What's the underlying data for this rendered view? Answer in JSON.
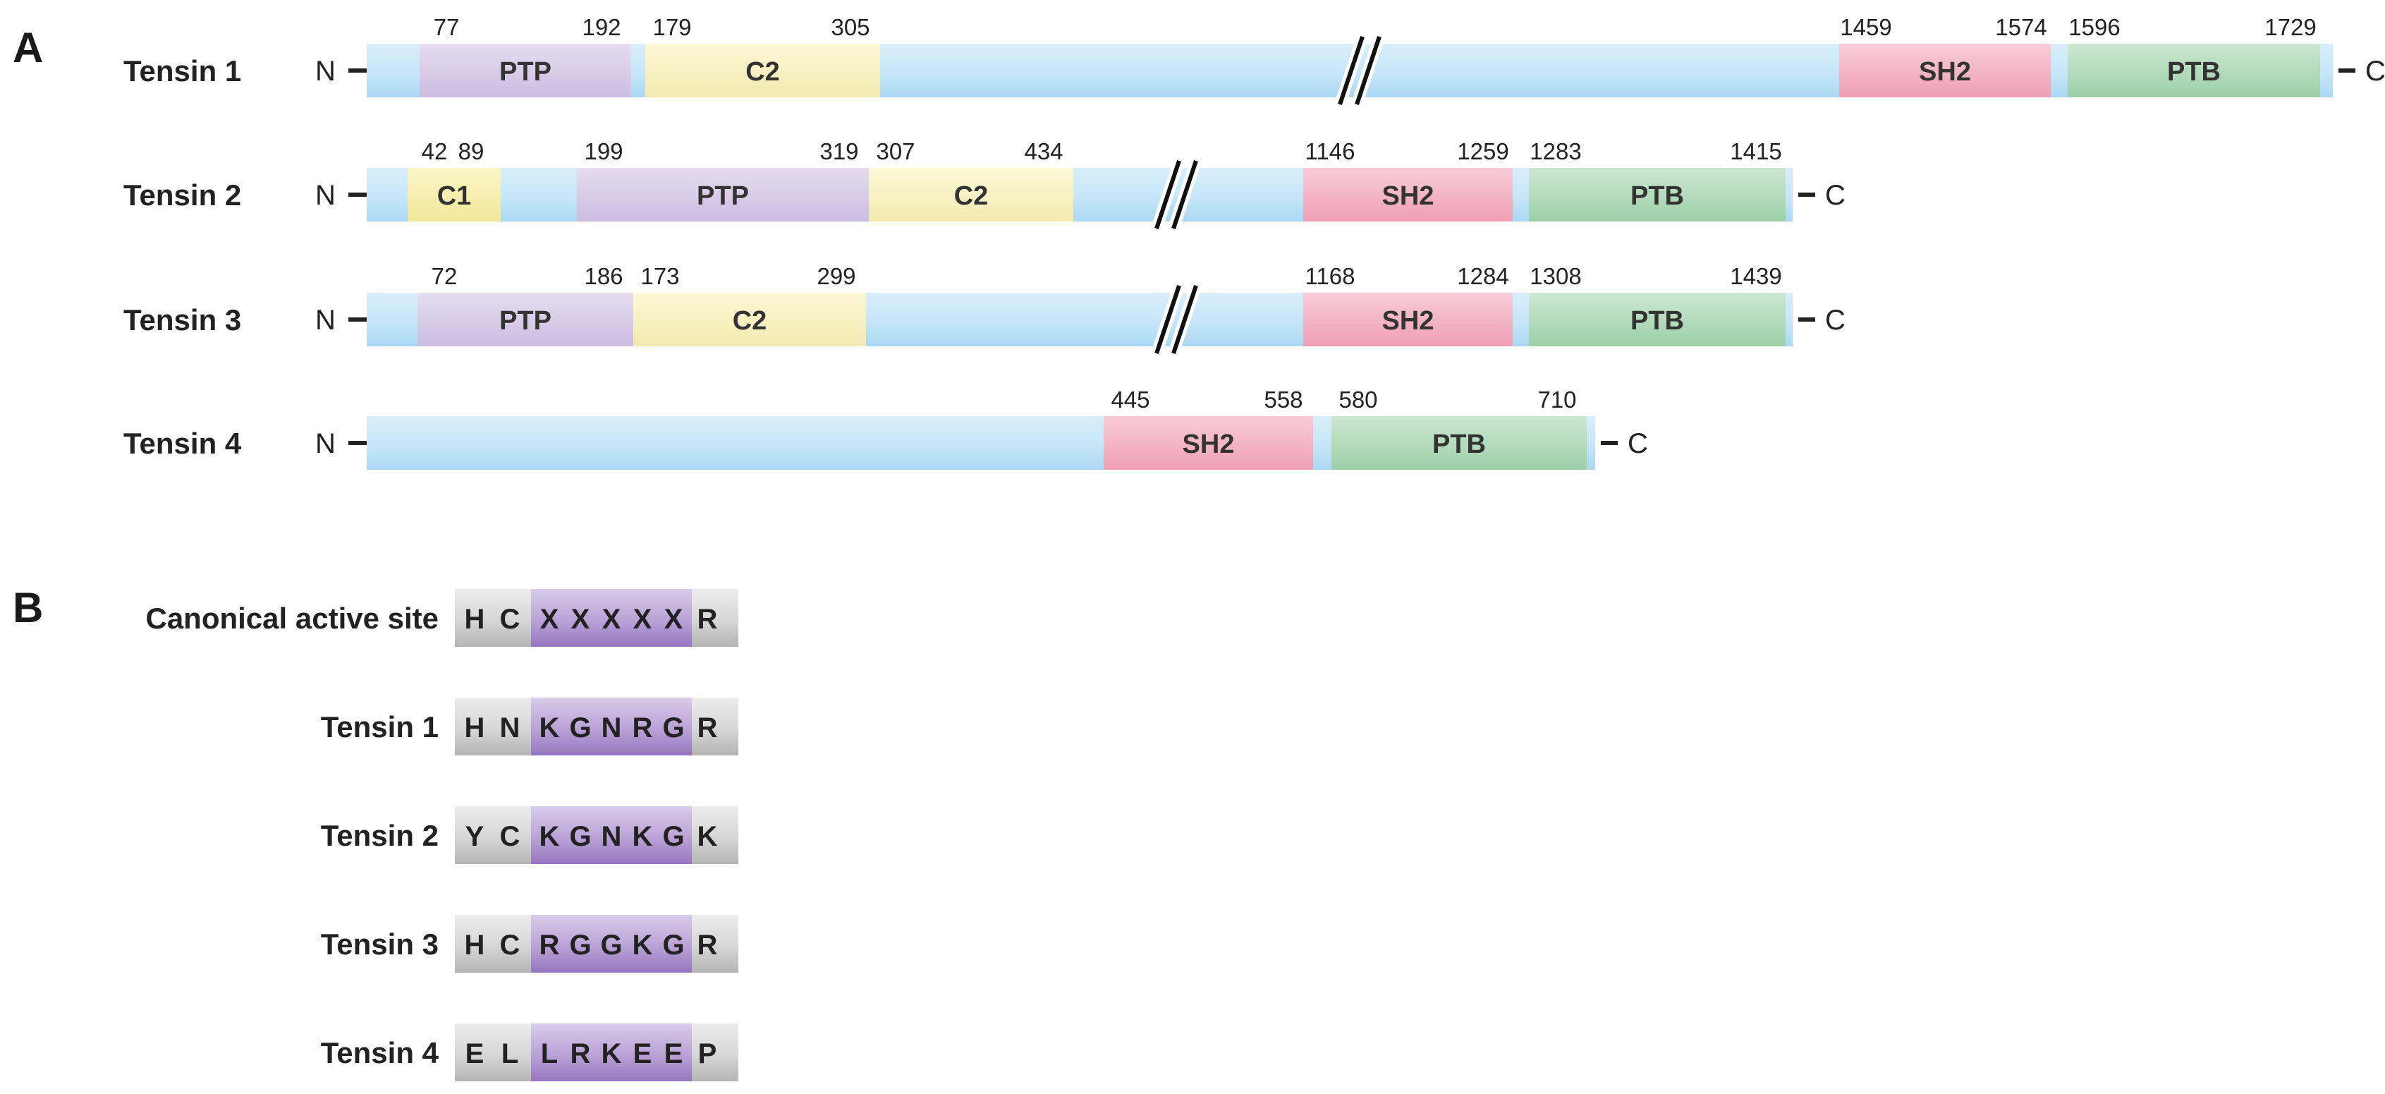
{
  "panel_a": {
    "letter": "A",
    "proteins": [
      {
        "name": "Tensin 1",
        "n_term": "N",
        "c_term": "C",
        "domains": [
          {
            "label": "PTP",
            "start": "77",
            "end": "192",
            "type": "ptp"
          },
          {
            "label": "C2",
            "start": "179",
            "end": "305",
            "type": "c2"
          },
          {
            "label": "SH2",
            "start": "1459",
            "end": "1574",
            "type": "sh2"
          },
          {
            "label": "PTB",
            "start": "1596",
            "end": "1729",
            "type": "ptb"
          }
        ]
      },
      {
        "name": "Tensin 2",
        "n_term": "N",
        "c_term": "C",
        "domains": [
          {
            "label": "C1",
            "start": "42",
            "end": "89",
            "type": "c1"
          },
          {
            "label": "PTP",
            "start": "199",
            "end": "319",
            "type": "ptp"
          },
          {
            "label": "C2",
            "start": "307",
            "end": "434",
            "type": "c2"
          },
          {
            "label": "SH2",
            "start": "1146",
            "end": "1259",
            "type": "sh2"
          },
          {
            "label": "PTB",
            "start": "1283",
            "end": "1415",
            "type": "ptb"
          }
        ]
      },
      {
        "name": "Tensin 3",
        "n_term": "N",
        "c_term": "C",
        "domains": [
          {
            "label": "PTP",
            "start": "72",
            "end": "186",
            "type": "ptp"
          },
          {
            "label": "C2",
            "start": "173",
            "end": "299",
            "type": "c2"
          },
          {
            "label": "SH2",
            "start": "1168",
            "end": "1284",
            "type": "sh2"
          },
          {
            "label": "PTB",
            "start": "1308",
            "end": "1439",
            "type": "ptb"
          }
        ]
      },
      {
        "name": "Tensin 4",
        "n_term": "N",
        "c_term": "C",
        "domains": [
          {
            "label": "SH2",
            "start": "445",
            "end": "558",
            "type": "sh2"
          },
          {
            "label": "PTB",
            "start": "580",
            "end": "710",
            "type": "ptb"
          }
        ]
      }
    ]
  },
  "panel_b": {
    "letter": "B",
    "rows": [
      {
        "label": "Canonical active site",
        "flank_left": [
          "H",
          "C"
        ],
        "core": [
          "X",
          "X",
          "X",
          "X",
          "X"
        ],
        "flank_right": [
          "R"
        ]
      },
      {
        "label": "Tensin 1",
        "flank_left": [
          "H",
          "N"
        ],
        "core": [
          "K",
          "G",
          "N",
          "R",
          "G"
        ],
        "flank_right": [
          "R"
        ]
      },
      {
        "label": "Tensin 2",
        "flank_left": [
          "Y",
          "C"
        ],
        "core": [
          "K",
          "G",
          "N",
          "K",
          "G"
        ],
        "flank_right": [
          "K"
        ]
      },
      {
        "label": "Tensin 3",
        "flank_left": [
          "H",
          "C"
        ],
        "core": [
          "R",
          "G",
          "G",
          "K",
          "G"
        ],
        "flank_right": [
          "R"
        ]
      },
      {
        "label": "Tensin 4",
        "flank_left": [
          "E",
          "L"
        ],
        "core": [
          "L",
          "R",
          "K",
          "E",
          "E"
        ],
        "flank_right": [
          "P"
        ]
      }
    ]
  },
  "colors": {
    "backbone": "#bfe3f6",
    "ptp": "#dcd0ea",
    "c1": "#f7f0b0",
    "c2": "#f8f2bf",
    "sh2": "#f4b8c8",
    "ptb": "#b7dcc0",
    "flank": "#d4d4d4",
    "core": "#b49ad2"
  }
}
